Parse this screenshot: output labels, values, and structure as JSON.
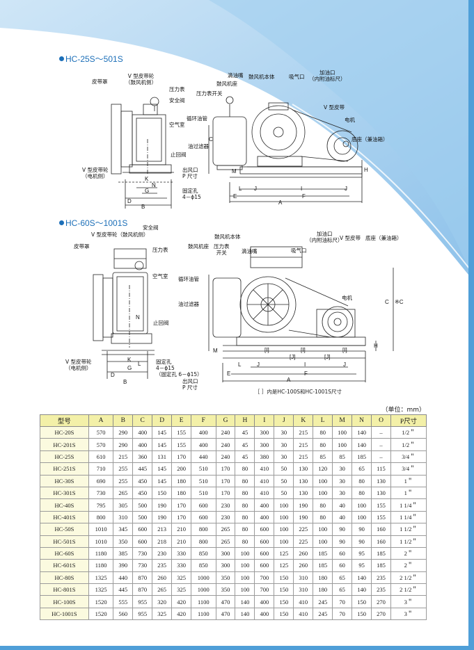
{
  "sections": {
    "s1_title": "HC-25S～501S",
    "s2_title": "HC-60S～1001S"
  },
  "labels1": {
    "belt_cover": "皮带罩",
    "vbelt_wheel_blower": "V 型皮带轮\n（鼓风机侧）",
    "pressure_gauge": "压力表",
    "safety_valve": "安全阀",
    "air_chamber": "空气室",
    "check_valve": "止回阀",
    "vbelt_wheel_motor": "V 型皮带轮\n（电机侧）",
    "drip_nozzle": "滴油嘴",
    "blower_base": "鼓风机座",
    "blower_body": "鼓风机本体",
    "intake_port": "吸气口",
    "oil_filler": "加油口\n（内附油标尺）",
    "gauge_switch": "压力表开关",
    "circ_oil_pipe": "循环油管",
    "vbelt": "V 型皮带",
    "motor": "电机",
    "base_tank": "底座（兼油箱）",
    "oil_filter": "油过滤器",
    "outlet": "出风口\nP 尺寸",
    "fixing_hole": "固定孔\n4－ϕ15"
  },
  "labels2": {
    "vbelt_wheel_blower": "V 型皮带轮（鼓风机侧）",
    "safety_valve": "安全阀",
    "belt_cover": "皮带罩",
    "pressure_gauge": "压力表",
    "air_chamber": "空气室",
    "check_valve": "止回阀",
    "vbelt_wheel_motor": "V 型皮带轮\n（电机侧）",
    "fixing_hole": "固定孔\n4－ϕ15\n（固定孔 6－ϕ15）",
    "blower_body": "鼓风机本体",
    "blower_base": "鼓风机座",
    "gauge_switch": "压力表\n开关",
    "drip_nozzle": "滴油嘴",
    "intake_port": "吸气口",
    "oil_filler": "加油口\n（内附油标尺）",
    "vbelt": "V 型皮带",
    "base_tank": "底座（兼油箱）",
    "circ_oil_pipe": "循环油管",
    "oil_filter": "油过滤器",
    "motor": "电机",
    "outlet": "出风口\nP 尺寸"
  },
  "note": "［ ］内是HC-100S和HC-1001S尺寸",
  "unit": "（单位：mm）",
  "table": {
    "headers": [
      "型号",
      "A",
      "B",
      "C",
      "D",
      "E",
      "F",
      "G",
      "H",
      "I",
      "J",
      "K",
      "L",
      "M",
      "N",
      "O",
      "P尺寸"
    ],
    "rows": [
      [
        "HC-20S",
        "570",
        "290",
        "400",
        "145",
        "155",
        "400",
        "240",
        "45",
        "300",
        "30",
        "215",
        "80",
        "100",
        "140",
        "–",
        "1/2＂"
      ],
      [
        "HC-201S",
        "570",
        "290",
        "400",
        "145",
        "155",
        "400",
        "240",
        "45",
        "300",
        "30",
        "215",
        "80",
        "100",
        "140",
        "–",
        "1/2＂"
      ],
      [
        "HC-25S",
        "610",
        "215",
        "360",
        "131",
        "170",
        "440",
        "240",
        "45",
        "380",
        "30",
        "215",
        "85",
        "85",
        "185",
        "–",
        "3/4＂"
      ],
      [
        "HC-251S",
        "710",
        "255",
        "445",
        "145",
        "200",
        "510",
        "170",
        "80",
        "410",
        "50",
        "130",
        "120",
        "30",
        "65",
        "115",
        "3/4＂"
      ],
      [
        "HC-30S",
        "690",
        "255",
        "450",
        "145",
        "180",
        "510",
        "170",
        "80",
        "410",
        "50",
        "130",
        "100",
        "30",
        "80",
        "130",
        "1＂"
      ],
      [
        "HC-301S",
        "730",
        "265",
        "450",
        "150",
        "180",
        "510",
        "170",
        "80",
        "410",
        "50",
        "130",
        "100",
        "30",
        "80",
        "130",
        "1＂"
      ],
      [
        "HC-40S",
        "795",
        "305",
        "500",
        "190",
        "170",
        "600",
        "230",
        "80",
        "400",
        "100",
        "190",
        "80",
        "40",
        "100",
        "155",
        "1  1/4＂"
      ],
      [
        "HC-401S",
        "800",
        "310",
        "500",
        "190",
        "170",
        "600",
        "230",
        "80",
        "400",
        "100",
        "190",
        "80",
        "40",
        "100",
        "155",
        "1  1/4＂"
      ],
      [
        "HC-50S",
        "1010",
        "345",
        "600",
        "213",
        "210",
        "800",
        "265",
        "80",
        "600",
        "100",
        "225",
        "100",
        "90",
        "90",
        "160",
        "1  1/2＂"
      ],
      [
        "HC-501S",
        "1010",
        "350",
        "600",
        "218",
        "210",
        "800",
        "265",
        "80",
        "600",
        "100",
        "225",
        "100",
        "90",
        "90",
        "160",
        "1  1/2＂"
      ],
      [
        "HC-60S",
        "1180",
        "385",
        "730",
        "230",
        "330",
        "850",
        "300",
        "100",
        "600",
        "125",
        "260",
        "185",
        "60",
        "95",
        "185",
        "2＂"
      ],
      [
        "HC-601S",
        "1180",
        "390",
        "730",
        "235",
        "330",
        "850",
        "300",
        "100",
        "600",
        "125",
        "260",
        "185",
        "60",
        "95",
        "185",
        "2＂"
      ],
      [
        "HC-80S",
        "1325",
        "440",
        "870",
        "260",
        "325",
        "1000",
        "350",
        "100",
        "700",
        "150",
        "310",
        "180",
        "65",
        "140",
        "235",
        "2  1/2＂"
      ],
      [
        "HC-801S",
        "1325",
        "445",
        "870",
        "265",
        "325",
        "1000",
        "350",
        "100",
        "700",
        "150",
        "310",
        "180",
        "65",
        "140",
        "235",
        "2  1/2＂"
      ],
      [
        "HC-100S",
        "1520",
        "555",
        "955",
        "320",
        "420",
        "1100",
        "470",
        "140",
        "400",
        "150",
        "410",
        "245",
        "70",
        "150",
        "270",
        "3＂"
      ],
      [
        "HC-1001S",
        "1520",
        "560",
        "955",
        "325",
        "420",
        "1100",
        "470",
        "140",
        "400",
        "150",
        "410",
        "245",
        "70",
        "150",
        "270",
        "3＂"
      ]
    ]
  }
}
